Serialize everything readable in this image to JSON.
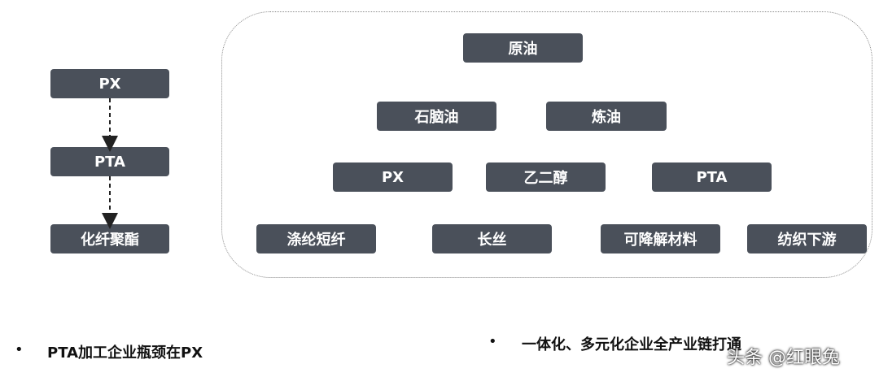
{
  "left_chain": {
    "px": "PX",
    "pta": "PTA",
    "polyester": "化纤聚酯"
  },
  "right_panel": {
    "crude_oil": "原油",
    "naphtha": "石脑油",
    "refining": "炼油",
    "px": "PX",
    "meg": "乙二醇",
    "pta": "PTA",
    "staple_fiber": "涤纶短纤",
    "filament": "长丝",
    "biodegradable": "可降解材料",
    "textile_downstream": "纺织下游"
  },
  "bullets": {
    "left": "PTA加工企业瓶颈在PX",
    "right": "一体化、多元化企业全产业链打通"
  },
  "watermark": "头条 @红眼兔",
  "colors": {
    "box_fill": "#4a505a",
    "box_text": "#ffffff",
    "frame": "#8a8a8a"
  }
}
